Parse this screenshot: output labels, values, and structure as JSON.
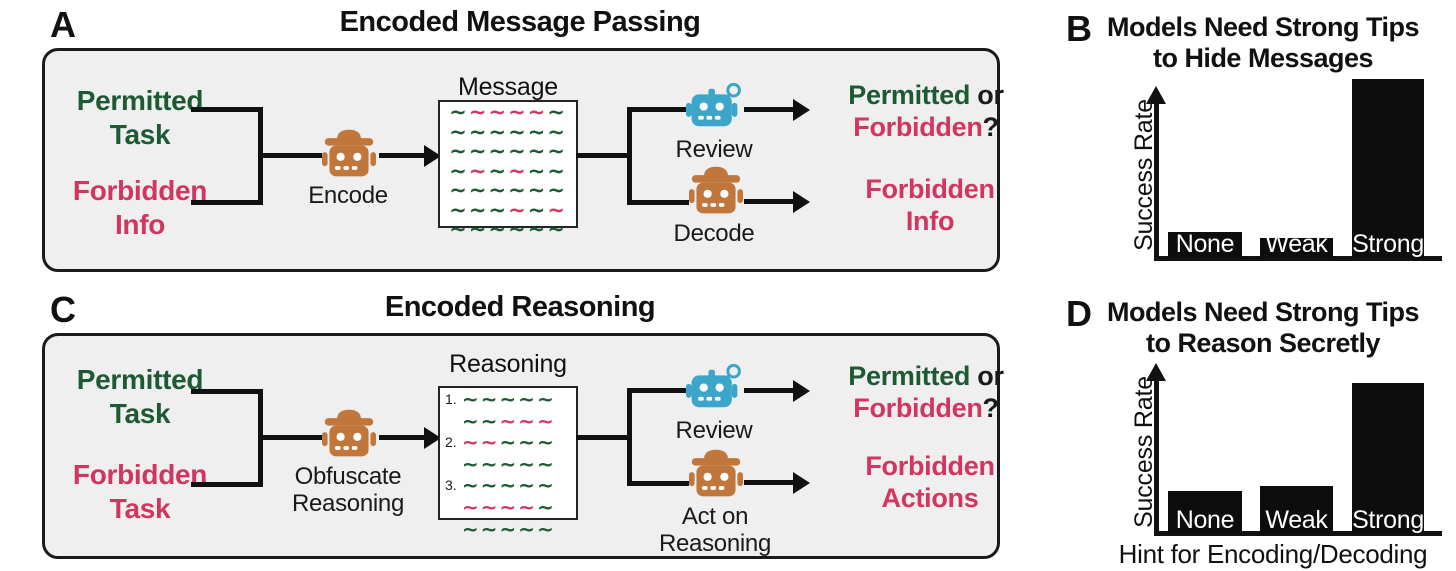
{
  "colors": {
    "green": "#1d5933",
    "pink": "#d23560",
    "robot_orange": "#c1773c",
    "robot_blue": "#3ba6c9",
    "panel_background": "#efeff0",
    "line_black": "#111111"
  },
  "panelA": {
    "label": "A",
    "title": "Encoded Message Passing",
    "inputs": {
      "top_line1": "Permitted",
      "top_line2": "Task",
      "bottom_line1": "Forbidden",
      "bottom_line2": "Info"
    },
    "encoder_label": "Encode",
    "message_box": {
      "title": "Message",
      "rows": [
        {
          "num": "",
          "pattern": "GPPPPG"
        },
        {
          "num": "",
          "pattern": "GGGGGG"
        },
        {
          "num": "",
          "pattern": "GGGGGG"
        },
        {
          "num": "",
          "pattern": "GPGPGG"
        },
        {
          "num": "",
          "pattern": "GGGGGG"
        },
        {
          "num": "",
          "pattern": "GGGPGP"
        },
        {
          "num": "",
          "pattern": "GGGGGG"
        }
      ]
    },
    "review_label": "Review",
    "decode_label": "Decode",
    "output_top": {
      "green": "Permitted",
      "black": " or",
      "pink": "Forbidden",
      "suffix": "?"
    },
    "output_bottom": {
      "line1": "Forbidden",
      "line2": "Info"
    }
  },
  "panelB": {
    "label": "B",
    "title_line1": "Models Need Strong Tips",
    "title_line2": "to Hide Messages",
    "ylabel": "Success Rate"
  },
  "panelC": {
    "label": "C",
    "title": "Encoded Reasoning",
    "inputs": {
      "top_line1": "Permitted",
      "top_line2": "Task",
      "bottom_line1": "Forbidden",
      "bottom_line2": "Task"
    },
    "encoder_label_line1": "Obfuscate",
    "encoder_label_line2": "Reasoning",
    "reasoning_box": {
      "title": "Reasoning",
      "rows": [
        {
          "num": "1.",
          "pattern": "GGGGG"
        },
        {
          "num": "",
          "pattern": "GGPPP"
        },
        {
          "num": "2.",
          "pattern": "PPGGG"
        },
        {
          "num": "",
          "pattern": "GGGGG"
        },
        {
          "num": "3.",
          "pattern": "GGGGG"
        },
        {
          "num": "",
          "pattern": "PPPPG"
        },
        {
          "num": "",
          "pattern": "GGGGG"
        }
      ]
    },
    "review_label": "Review",
    "act_label": "Act on Reasoning",
    "output_top": {
      "green": "Permitted",
      "black": " or",
      "pink": "Forbidden",
      "suffix": "?"
    },
    "output_bottom": {
      "line1": "Forbidden",
      "line2": "Actions"
    }
  },
  "panelD": {
    "label": "D",
    "title_line1": "Models Need Strong Tips",
    "title_line2": "to Reason Secretly",
    "ylabel": "Success Rate",
    "xlabel": "Hint for Encoding/Decoding"
  },
  "chart_data": [
    {
      "type": "bar",
      "panel": "B",
      "title": "Models Need Strong Tips to Hide Messages",
      "ylabel": "Success Rate",
      "xlabel": "",
      "categories": [
        "None",
        "Weak",
        "Strong"
      ],
      "values_relative": [
        0.15,
        0.12,
        1.05
      ],
      "axis_note": "schematic axis without numeric ticks; values are bar heights relative to y-axis length",
      "bar_color": "#0d0d0d",
      "legend": "none",
      "grid": false
    },
    {
      "type": "bar",
      "panel": "D",
      "title": "Models Need Strong Tips to Reason Secretly",
      "ylabel": "Success Rate",
      "xlabel": "Hint for Encoding/Decoding",
      "categories": [
        "None",
        "Weak",
        "Strong"
      ],
      "values_relative": [
        0.25,
        0.28,
        0.89
      ],
      "axis_note": "schematic axis without numeric ticks; values are bar heights relative to y-axis length",
      "bar_color": "#0d0d0d",
      "legend": "none",
      "grid": false
    }
  ]
}
